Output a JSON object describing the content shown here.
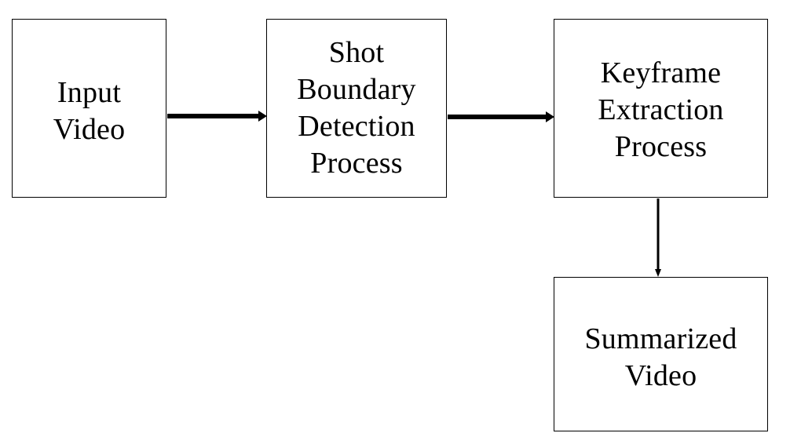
{
  "diagram": {
    "nodes": [
      {
        "id": "input-video",
        "lines": [
          "Input",
          "Video"
        ]
      },
      {
        "id": "shot-boundary-detection",
        "lines": [
          "Shot",
          "Boundary",
          "Detection",
          "Process"
        ]
      },
      {
        "id": "keyframe-extraction",
        "lines": [
          "Keyframe",
          "Extraction",
          "Process"
        ]
      },
      {
        "id": "summarized-video",
        "lines": [
          "Summarized",
          "Video"
        ]
      }
    ],
    "edges": [
      {
        "from": "input-video",
        "to": "shot-boundary-detection"
      },
      {
        "from": "shot-boundary-detection",
        "to": "keyframe-extraction"
      },
      {
        "from": "keyframe-extraction",
        "to": "summarized-video"
      }
    ]
  }
}
